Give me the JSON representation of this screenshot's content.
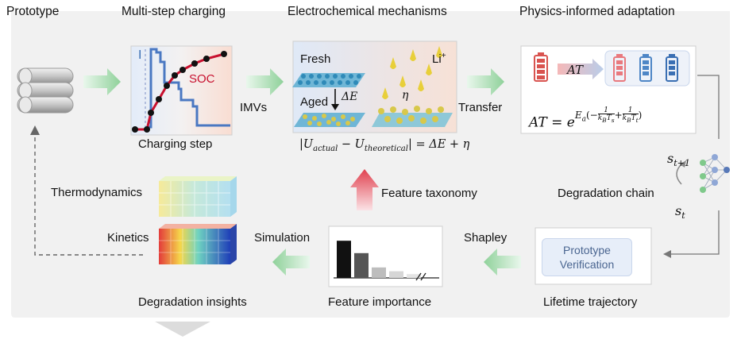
{
  "headers": {
    "prototype": "Prototype",
    "multistep": "Multi-step charging",
    "electrochem": "Electrochemical mechanisms",
    "physics": "Physics-informed adaptation"
  },
  "labels": {
    "soc": "SOC",
    "current": "I",
    "charging_step": "Charging step",
    "imvs": "IMVs",
    "fresh": "Fresh",
    "aged": "Aged",
    "delta_e": "ΔE",
    "eta": "η",
    "li": "Li",
    "li_sup": "+",
    "transfer": "Transfer",
    "at": "AT",
    "feature_taxonomy": "Feature taxonomy",
    "degradation_chain": "Degradation chain",
    "thermodynamics": "Thermodynamics",
    "kinetics": "Kinetics",
    "simulation": "Simulation",
    "shapley": "Shapley",
    "verify_line1": "Prototype",
    "verify_line2": "Verification",
    "degradation_insights": "Degradation insights",
    "feature_importance": "Feature importance",
    "lifetime_trajectory": "Lifetime trajectory"
  },
  "equations": {
    "voltage_gap": "|U_actual − U_theoretical| = ΔE + η",
    "voltage_gap_left": "|U",
    "voltage_gap_sub1": "actual",
    "voltage_gap_mid": " − U",
    "voltage_gap_sub2": "theoretical",
    "voltage_gap_right": "| = ΔE + η",
    "at_lhs": "AT = e",
    "at_exp": "E",
    "at_exp_sub": "a",
    "state_next": "s",
    "state_next_sub": "t+1",
    "state_now": "s",
    "state_now_sub": "t"
  },
  "feature_bars": [
    0.78,
    0.52,
    0.22,
    0.14,
    0.08
  ],
  "colors": {
    "red_arrow": "#e0414f",
    "green_arrow": "#8fd19a",
    "blue_cell": "#4e86c6",
    "red_cell": "#d9534f",
    "soc_curve": "#c8102e"
  }
}
